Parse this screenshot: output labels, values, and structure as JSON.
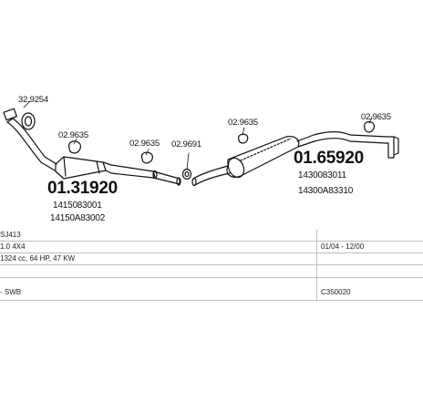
{
  "diagram": {
    "refs": [
      "32.9254",
      "02.9635",
      "02.9635",
      "02.9691",
      "02.9635",
      "02.9635"
    ],
    "front_pipe": {
      "code": "01.31920",
      "oem": [
        "1415083001",
        "14150A83002"
      ]
    },
    "rear_silencer": {
      "code": "01.65920",
      "oem": [
        "1430083011",
        "14300A83310"
      ]
    }
  },
  "spec": {
    "rows": [
      {
        "left": "SJ413",
        "right": ""
      },
      {
        "left": "1.0 4X4",
        "right": "01/04 - 12/00"
      },
      {
        "left": "1324 cc, 64 HP, 47 KW",
        "right": ""
      },
      {
        "left": "",
        "right": ""
      },
      {
        "left": "- SWB",
        "right": "C350020"
      },
      {
        "left": "",
        "right": ""
      },
      {
        "left": "",
        "right": ""
      },
      {
        "left": "",
        "right": ""
      }
    ]
  },
  "colors": {
    "line": "#111111",
    "grid": "#bdbdbd"
  }
}
